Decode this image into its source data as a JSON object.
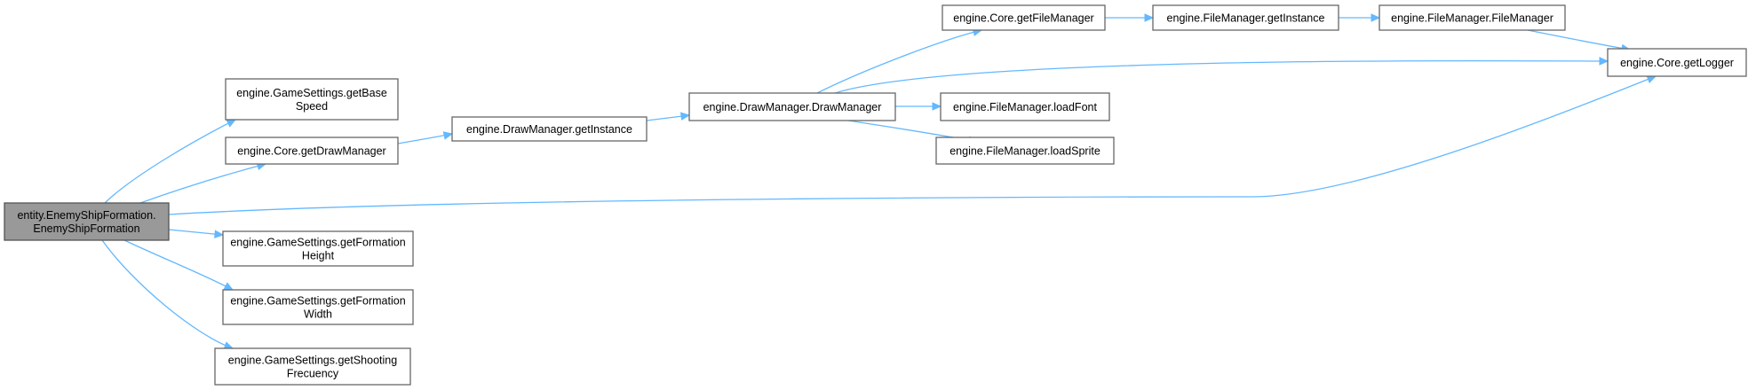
{
  "diagram": {
    "type": "call-graph",
    "colors": {
      "root_fill": "#999999",
      "node_fill": "#ffffff",
      "border": "#666666",
      "edge": "#63b8ff"
    },
    "nodes": [
      {
        "id": "root",
        "lines": [
          "entity.EnemyShipFormation.",
          "EnemyShipFormation"
        ],
        "root": true
      },
      {
        "id": "getBaseSpeed",
        "lines": [
          "engine.GameSettings.getBase",
          "Speed"
        ]
      },
      {
        "id": "getDrawManager",
        "lines": [
          "engine.Core.getDrawManager"
        ]
      },
      {
        "id": "dmGetInstance",
        "lines": [
          "engine.DrawManager.getInstance"
        ]
      },
      {
        "id": "dmCtor",
        "lines": [
          "engine.DrawManager.DrawManager"
        ]
      },
      {
        "id": "getFileManager",
        "lines": [
          "engine.Core.getFileManager"
        ]
      },
      {
        "id": "fmGetInstance",
        "lines": [
          "engine.FileManager.getInstance"
        ]
      },
      {
        "id": "fmCtor",
        "lines": [
          "engine.FileManager.FileManager"
        ]
      },
      {
        "id": "getLogger",
        "lines": [
          "engine.Core.getLogger"
        ]
      },
      {
        "id": "loadFont",
        "lines": [
          "engine.FileManager.loadFont"
        ]
      },
      {
        "id": "loadSprite",
        "lines": [
          "engine.FileManager.loadSprite"
        ]
      },
      {
        "id": "getFormationHeight",
        "lines": [
          "engine.GameSettings.getFormation",
          "Height"
        ]
      },
      {
        "id": "getFormationWidth",
        "lines": [
          "engine.GameSettings.getFormation",
          "Width"
        ]
      },
      {
        "id": "getShootingFrecuency",
        "lines": [
          "engine.GameSettings.getShooting",
          "Frecuency"
        ]
      }
    ],
    "edges": [
      {
        "from": "root",
        "to": "getBaseSpeed"
      },
      {
        "from": "root",
        "to": "getDrawManager"
      },
      {
        "from": "root",
        "to": "getLogger"
      },
      {
        "from": "root",
        "to": "getFormationHeight"
      },
      {
        "from": "root",
        "to": "getFormationWidth"
      },
      {
        "from": "root",
        "to": "getShootingFrecuency"
      },
      {
        "from": "getDrawManager",
        "to": "dmGetInstance"
      },
      {
        "from": "dmGetInstance",
        "to": "dmCtor"
      },
      {
        "from": "dmCtor",
        "to": "getFileManager"
      },
      {
        "from": "dmCtor",
        "to": "getLogger"
      },
      {
        "from": "dmCtor",
        "to": "loadFont"
      },
      {
        "from": "dmCtor",
        "to": "loadSprite"
      },
      {
        "from": "getFileManager",
        "to": "fmGetInstance"
      },
      {
        "from": "fmGetInstance",
        "to": "fmCtor"
      },
      {
        "from": "fmCtor",
        "to": "getLogger"
      }
    ]
  }
}
